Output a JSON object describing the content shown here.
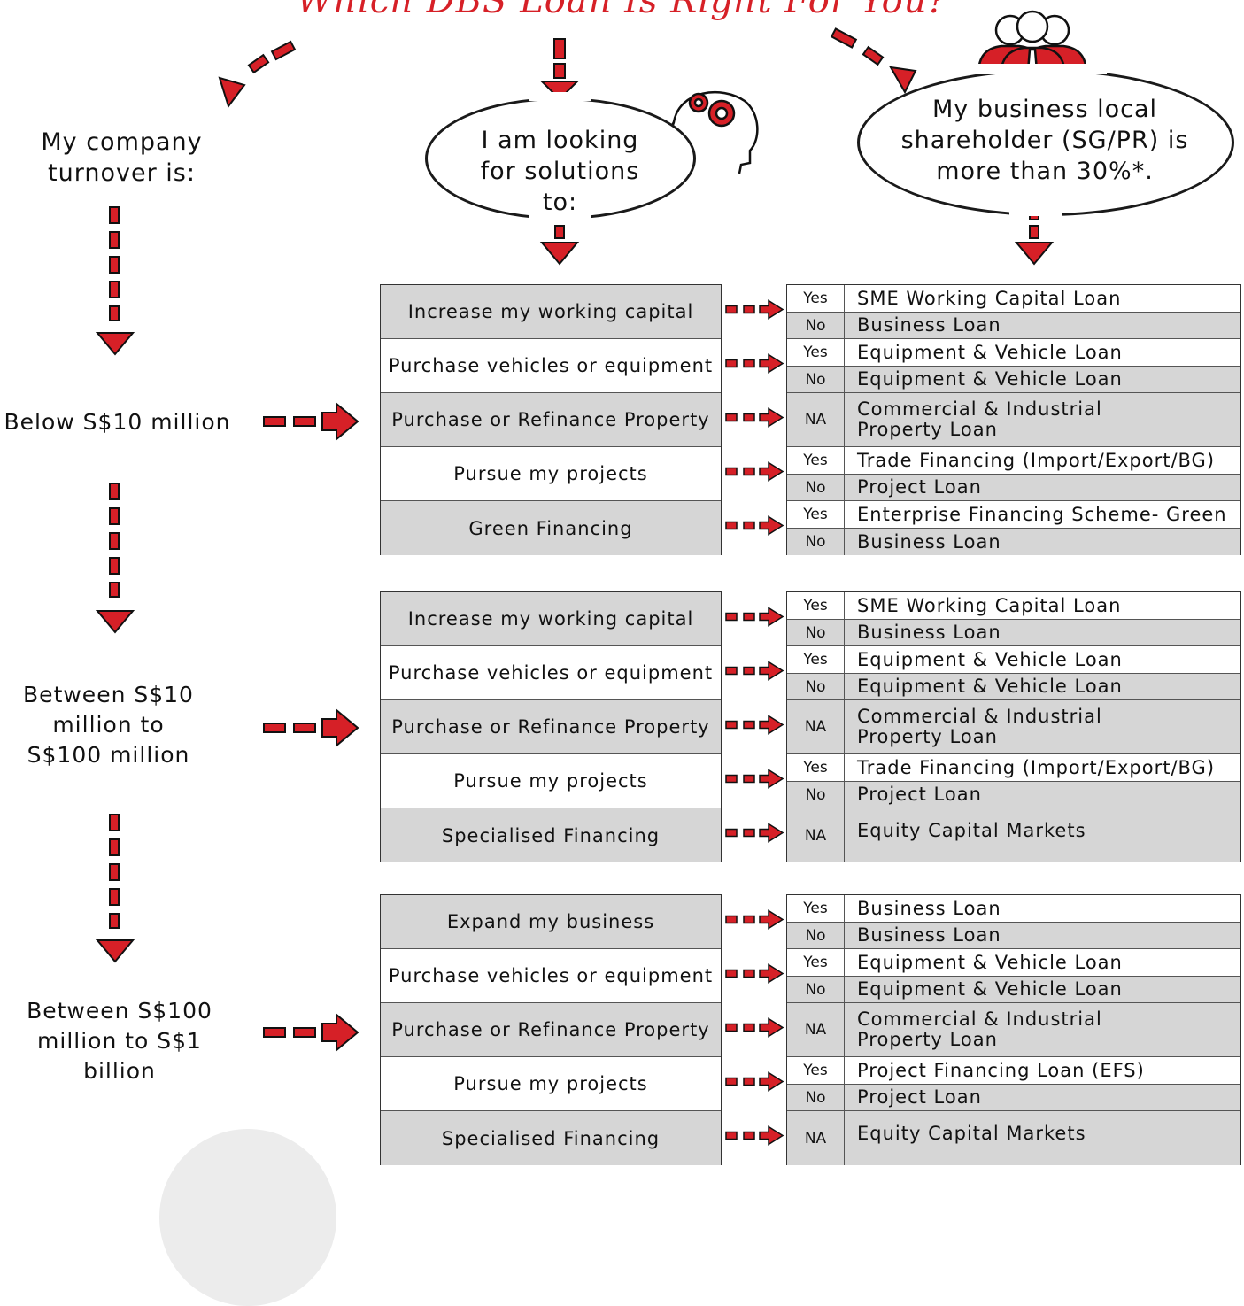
{
  "title": "Which DBS Loan Is Right For You?",
  "headers": {
    "turnover": "My company turnover is:",
    "solutions": "I am looking for solutions to:",
    "shareholder": "My business local shareholder (SG/PR) is more than 30%*."
  },
  "colors": {
    "accent": "#d62027",
    "row_grey": "#d6d6d6",
    "ink": "#111111"
  },
  "tiers": [
    {
      "label": "Below S$10 million",
      "purposes": [
        {
          "label": "Increase my working capital",
          "shade": "grey"
        },
        {
          "label": "Purchase vehicles or equipment",
          "shade": "white"
        },
        {
          "label": "Purchase or Refinance Property",
          "shade": "grey"
        },
        {
          "label": "Pursue my projects",
          "shade": "white"
        },
        {
          "label": "Green Financing",
          "shade": "grey"
        }
      ],
      "products": [
        {
          "flag": "Yes",
          "name": "SME Working Capital Loan",
          "shade": "white"
        },
        {
          "flag": "No",
          "name": "Business Loan",
          "shade": "grey"
        },
        {
          "flag": "Yes",
          "name": "Equipment & Vehicle Loan",
          "shade": "white"
        },
        {
          "flag": "No",
          "name": "Equipment & Vehicle Loan",
          "shade": "grey"
        },
        {
          "flag": "NA",
          "name": "Commercial & Industrial\nProperty Loan",
          "shade": "grey"
        },
        {
          "flag": "Yes",
          "name": "Trade Financing (Import/Export/BG)",
          "shade": "white"
        },
        {
          "flag": "No",
          "name": "Project Loan",
          "shade": "grey"
        },
        {
          "flag": "Yes",
          "name": "Enterprise Financing Scheme- Green",
          "shade": "white"
        },
        {
          "flag": "No",
          "name": "Business Loan",
          "shade": "grey"
        }
      ]
    },
    {
      "label": "Between S$10 million to S$100 million",
      "purposes": [
        {
          "label": "Increase my working capital",
          "shade": "grey"
        },
        {
          "label": "Purchase vehicles or equipment",
          "shade": "white"
        },
        {
          "label": "Purchase or Refinance Property",
          "shade": "grey"
        },
        {
          "label": "Pursue my projects",
          "shade": "white"
        },
        {
          "label": "Specialised Financing",
          "shade": "grey"
        }
      ],
      "products": [
        {
          "flag": "Yes",
          "name": "SME Working Capital Loan",
          "shade": "white"
        },
        {
          "flag": "No",
          "name": "Business Loan",
          "shade": "grey"
        },
        {
          "flag": "Yes",
          "name": "Equipment & Vehicle Loan",
          "shade": "white"
        },
        {
          "flag": "No",
          "name": "Equipment & Vehicle Loan",
          "shade": "grey"
        },
        {
          "flag": "NA",
          "name": "Commercial & Industrial\nProperty Loan",
          "shade": "grey"
        },
        {
          "flag": "Yes",
          "name": "Trade Financing (Import/Export/BG)",
          "shade": "white"
        },
        {
          "flag": "No",
          "name": "Project Loan",
          "shade": "grey"
        },
        {
          "flag": "NA",
          "name": "Equity Capital Markets",
          "shade": "grey"
        }
      ]
    },
    {
      "label": "Between S$100 million to S$1 billion",
      "purposes": [
        {
          "label": "Expand my business",
          "shade": "grey"
        },
        {
          "label": "Purchase vehicles or equipment",
          "shade": "white"
        },
        {
          "label": "Purchase or Refinance Property",
          "shade": "grey"
        },
        {
          "label": "Pursue my projects",
          "shade": "white"
        },
        {
          "label": "Specialised Financing",
          "shade": "grey"
        }
      ],
      "products": [
        {
          "flag": "Yes",
          "name": "Business Loan",
          "shade": "white"
        },
        {
          "flag": "No",
          "name": "Business Loan",
          "shade": "grey"
        },
        {
          "flag": "Yes",
          "name": "Equipment & Vehicle Loan",
          "shade": "white"
        },
        {
          "flag": "No",
          "name": "Equipment & Vehicle Loan",
          "shade": "grey"
        },
        {
          "flag": "NA",
          "name": "Commercial & Industrial\nProperty Loan",
          "shade": "grey"
        },
        {
          "flag": "Yes",
          "name": "Project Financing Loan (EFS)",
          "shade": "white"
        },
        {
          "flag": "No",
          "name": "Project Loan",
          "shade": "grey"
        },
        {
          "flag": "NA",
          "name": "Equity Capital Markets",
          "shade": "grey"
        }
      ]
    }
  ]
}
